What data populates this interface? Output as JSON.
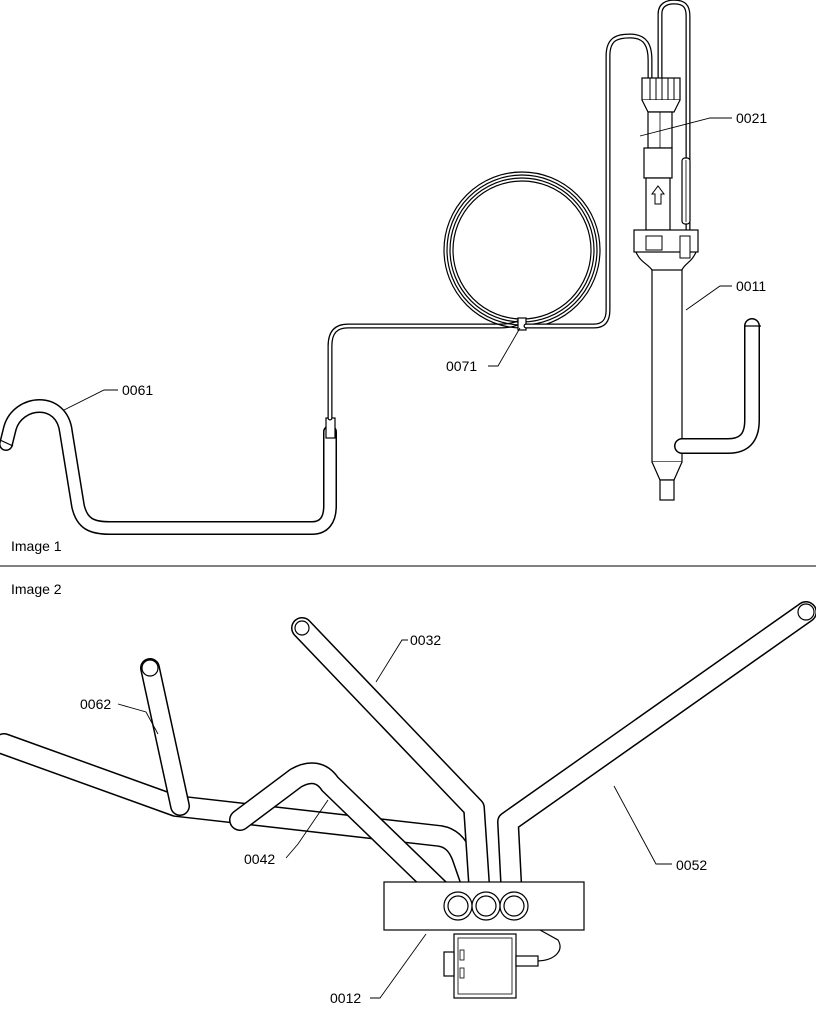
{
  "panels": [
    {
      "caption": "Image 1",
      "parts": [
        {
          "id": "0021"
        },
        {
          "id": "0011"
        },
        {
          "id": "0071"
        },
        {
          "id": "0061"
        }
      ]
    },
    {
      "caption": "Image 2",
      "parts": [
        {
          "id": "0032"
        },
        {
          "id": "0062"
        },
        {
          "id": "0042"
        },
        {
          "id": "0052"
        },
        {
          "id": "0012"
        }
      ]
    }
  ]
}
